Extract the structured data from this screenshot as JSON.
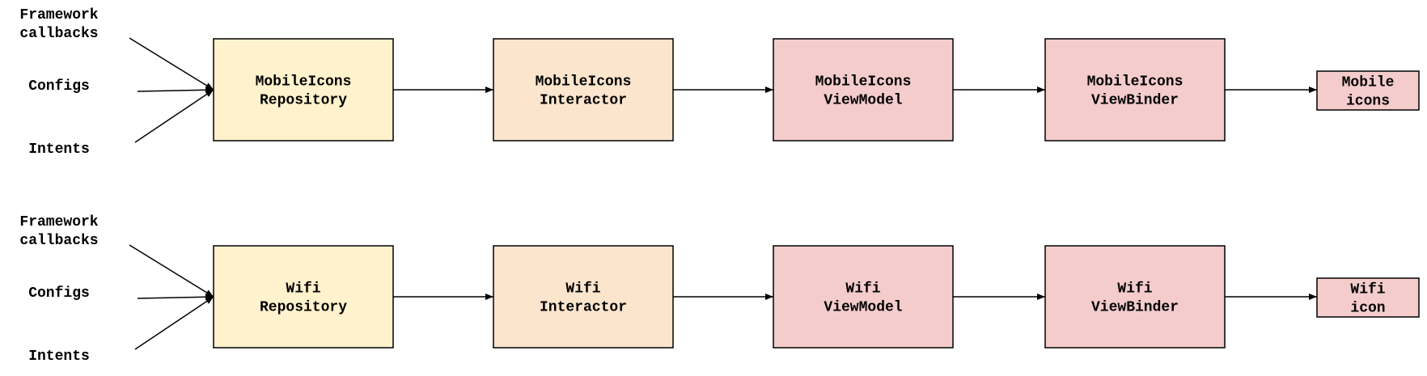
{
  "colors": {
    "repository": "#fff2cc",
    "interactor": "#fce5cd",
    "view": "#f4cccc",
    "stroke": "#000000"
  },
  "rows": [
    {
      "inputs": [
        [
          "Framework",
          "callbacks"
        ],
        [
          "Configs"
        ],
        [
          "Intents"
        ]
      ],
      "nodes": [
        {
          "kind": "repository",
          "lines": [
            "MobileIcons",
            "Repository"
          ]
        },
        {
          "kind": "interactor",
          "lines": [
            "MobileIcons",
            "Interactor"
          ]
        },
        {
          "kind": "view",
          "lines": [
            "MobileIcons",
            "ViewModel"
          ]
        },
        {
          "kind": "view",
          "lines": [
            "MobileIcons",
            "ViewBinder"
          ]
        },
        {
          "kind": "view",
          "lines": [
            "Mobile",
            "icons"
          ]
        }
      ]
    },
    {
      "inputs": [
        [
          "Framework",
          "callbacks"
        ],
        [
          "Configs"
        ],
        [
          "Intents"
        ]
      ],
      "nodes": [
        {
          "kind": "repository",
          "lines": [
            "Wifi",
            "Repository"
          ]
        },
        {
          "kind": "interactor",
          "lines": [
            "Wifi",
            "Interactor"
          ]
        },
        {
          "kind": "view",
          "lines": [
            "Wifi",
            "ViewModel"
          ]
        },
        {
          "kind": "view",
          "lines": [
            "Wifi",
            "ViewBinder"
          ]
        },
        {
          "kind": "view",
          "lines": [
            "Wifi",
            "icon"
          ]
        }
      ]
    }
  ]
}
